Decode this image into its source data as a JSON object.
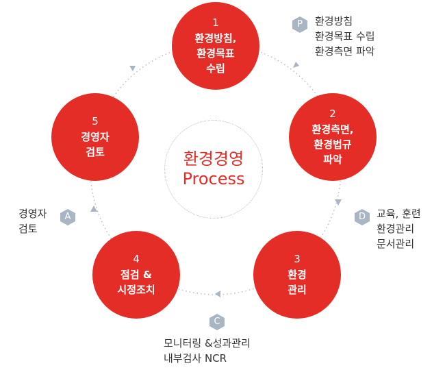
{
  "center": {
    "line1": "환경경영",
    "line2": "Process"
  },
  "steps": [
    {
      "num": "1",
      "label": "환경방침,\n환경목표\n수립"
    },
    {
      "num": "2",
      "label": "환경측면,\n환경법규\n파악"
    },
    {
      "num": "3",
      "label": "환경\n관리"
    },
    {
      "num": "4",
      "label": "점검 &\n시정조치"
    },
    {
      "num": "5",
      "label": "경영자\n검토"
    }
  ],
  "phases": [
    {
      "letter": "P",
      "text": "환경방침\n환경목표 수립\n환경측면 파악"
    },
    {
      "letter": "D",
      "text": "교육, 훈련\n환경관리\n문서관리"
    },
    {
      "letter": "C",
      "text": "모니터링 &성과관리\n내부검사 NCR"
    },
    {
      "letter": "A",
      "text": "경영자\n검토"
    }
  ],
  "colors": {
    "step_fill": "#e52d27",
    "phase_badge": "#a9b5c3",
    "ring": "#b8bcc4"
  }
}
